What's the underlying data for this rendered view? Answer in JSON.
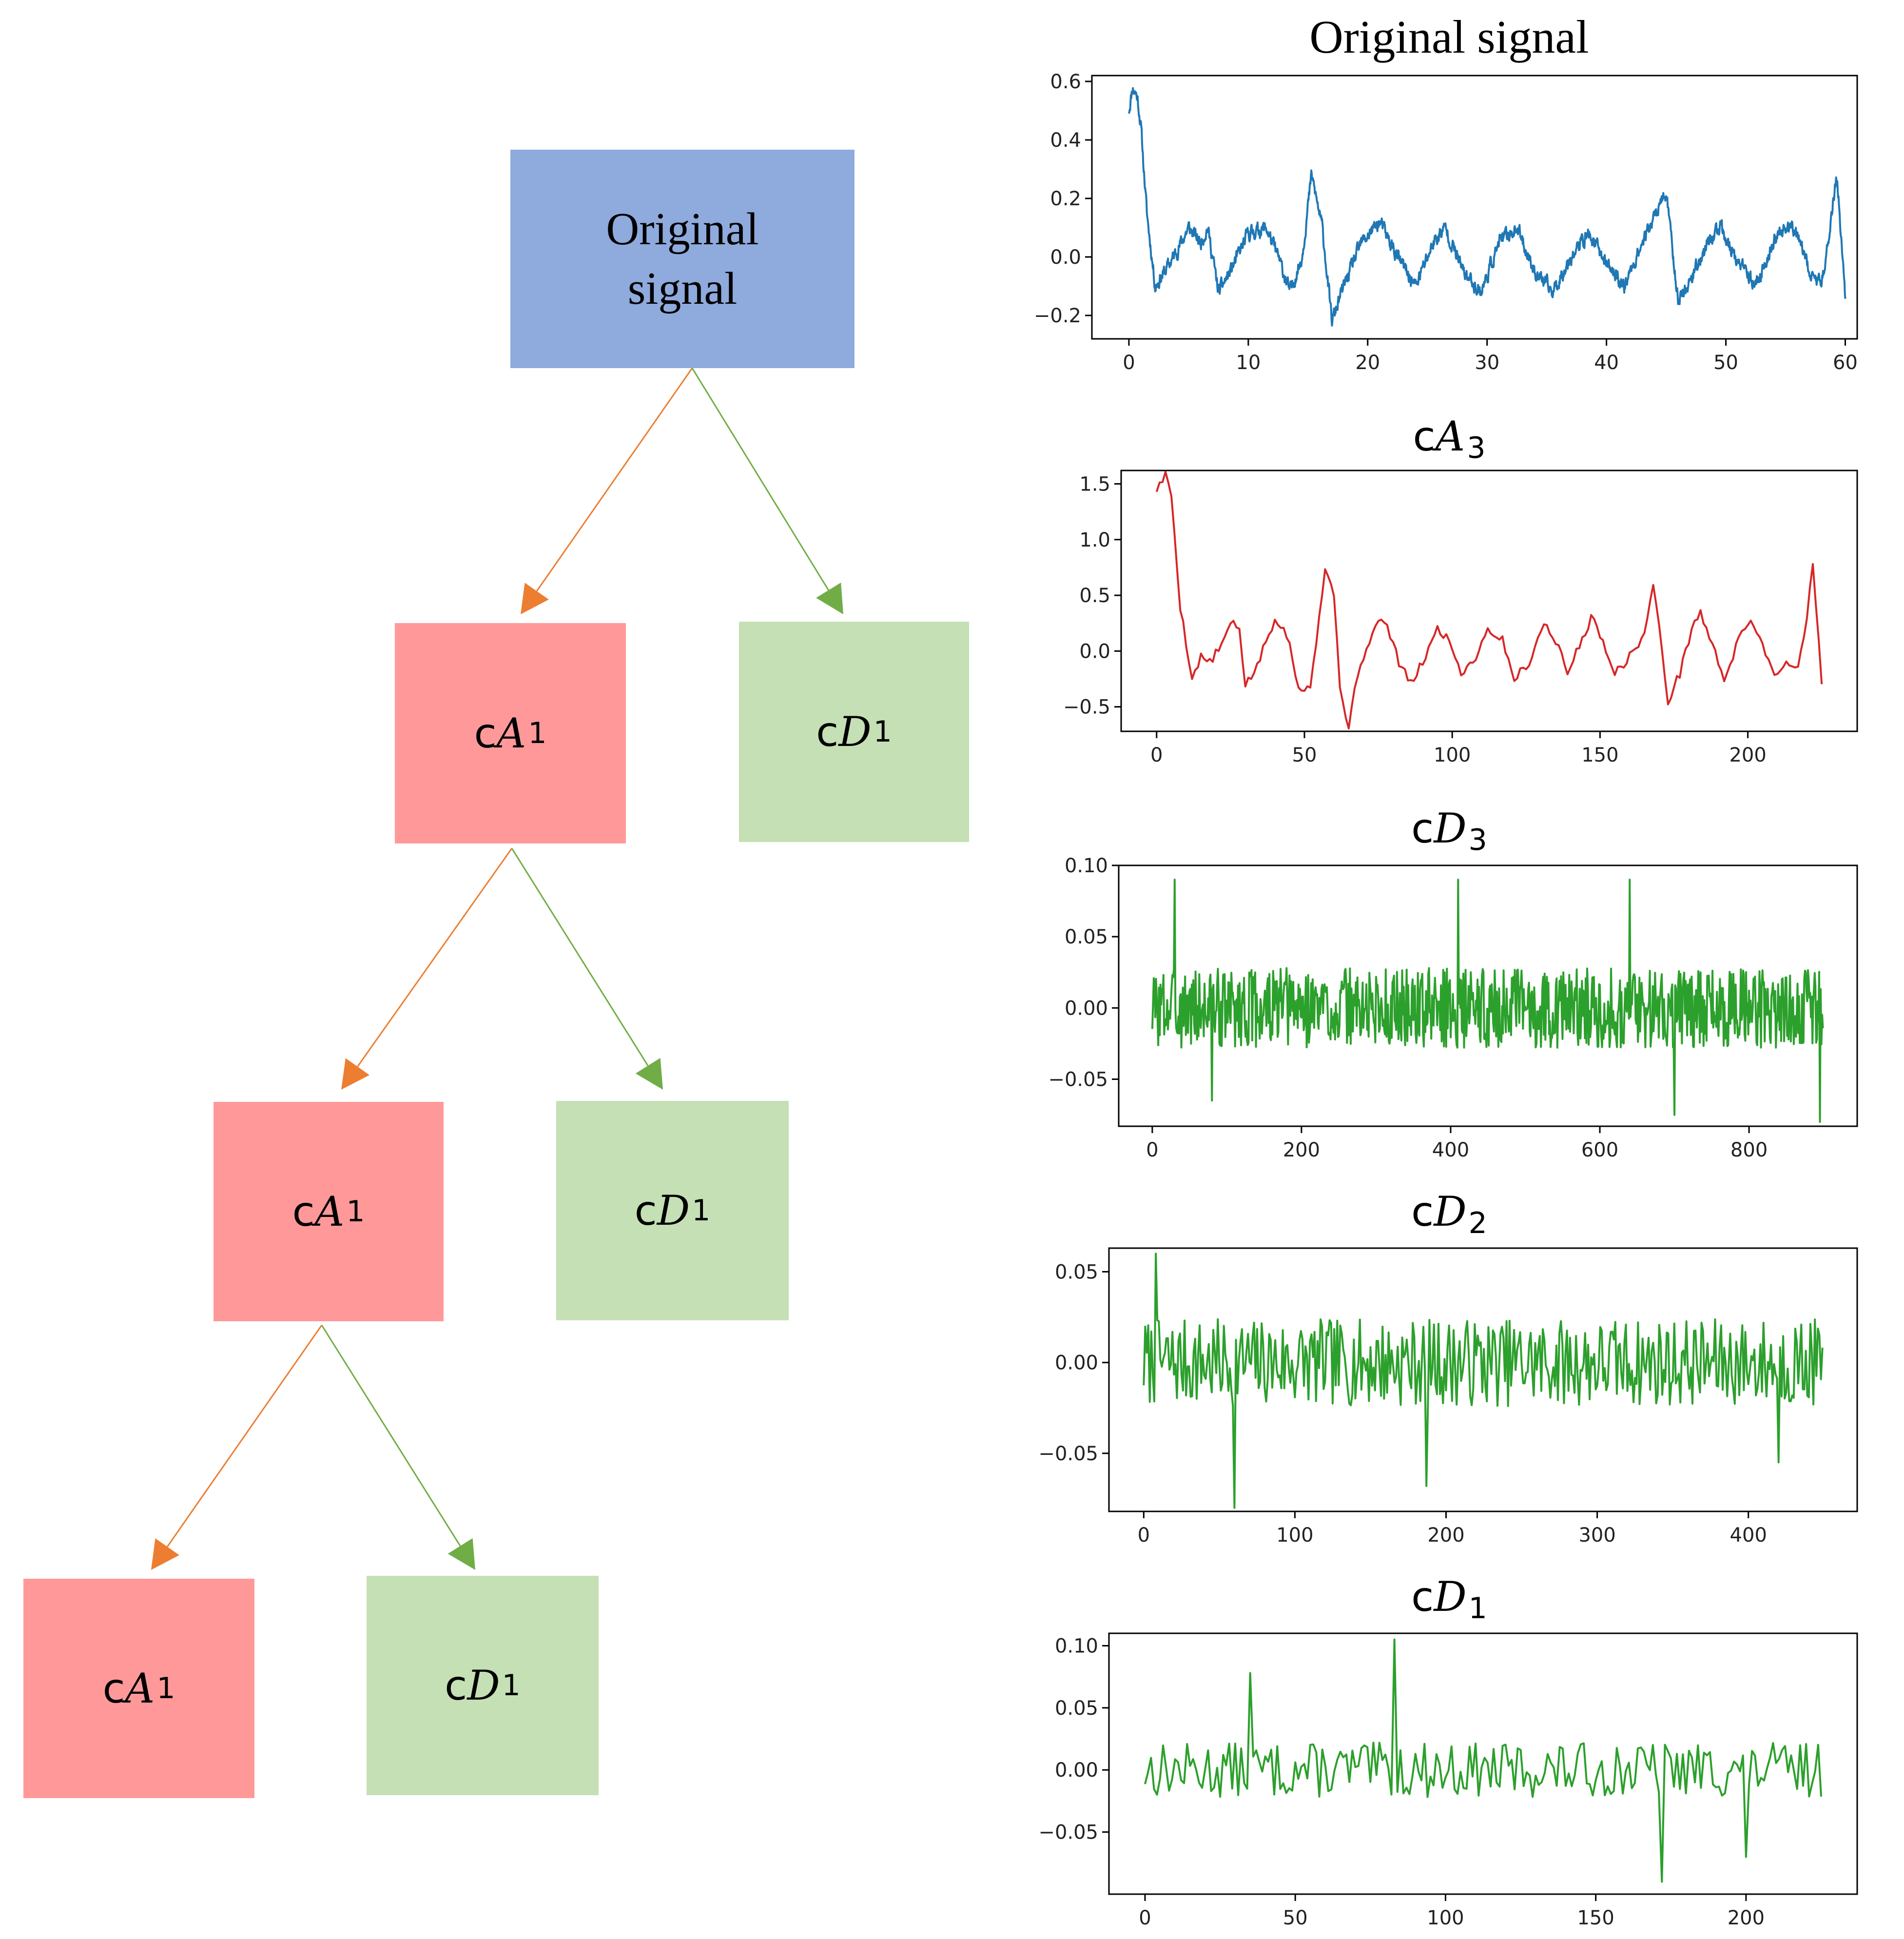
{
  "tree": {
    "root": {
      "label_line1": "Original",
      "label_line2": "signal",
      "color": "#8FAADC"
    },
    "levels": [
      {
        "approx": {
          "prefix": "c",
          "symbol": "A",
          "subscript": "1",
          "color": "#FF9999"
        },
        "detail": {
          "prefix": "c",
          "symbol": "D",
          "subscript": "1",
          "color": "#C5E0B4"
        }
      },
      {
        "approx": {
          "prefix": "c",
          "symbol": "A",
          "subscript": "1",
          "color": "#FF9999"
        },
        "detail": {
          "prefix": "c",
          "symbol": "D",
          "subscript": "1",
          "color": "#C5E0B4"
        }
      },
      {
        "approx": {
          "prefix": "c",
          "symbol": "A",
          "subscript": "1",
          "color": "#FF9999"
        },
        "detail": {
          "prefix": "c",
          "symbol": "D",
          "subscript": "1",
          "color": "#C5E0B4"
        }
      }
    ],
    "arrow_colors": {
      "approx": "#ED7D31",
      "detail": "#70AD47"
    }
  },
  "panels": [
    {
      "title_text": "Original signal",
      "title_style": "serif"
    },
    {
      "title_prefix": "c",
      "title_symbol": "A",
      "title_subscript": "3",
      "title_style": "coef"
    },
    {
      "title_prefix": "c",
      "title_symbol": "D",
      "title_subscript": "3",
      "title_style": "coef"
    },
    {
      "title_prefix": "c",
      "title_symbol": "D",
      "title_subscript": "2",
      "title_style": "coef"
    },
    {
      "title_prefix": "c",
      "title_symbol": "D",
      "title_subscript": "1",
      "title_style": "coef"
    }
  ],
  "chart_data": [
    {
      "type": "line",
      "title": "Original signal",
      "color": "#1F77B4",
      "xlim": [
        -3.1,
        61
      ],
      "ylim": [
        -0.28,
        0.62
      ],
      "xticks": [
        0,
        10,
        20,
        30,
        40,
        50,
        60
      ],
      "yticks": [
        -0.2,
        0.0,
        0.2,
        0.4,
        0.6
      ],
      "ytick_labels": [
        "−0.2",
        "0.0",
        "0.2",
        "0.4",
        "0.6"
      ],
      "n_points": 1800,
      "noise_amp": 0.03,
      "seed": 11,
      "x_end": 60,
      "shape": [
        [
          0,
          0.5
        ],
        [
          0.3,
          0.58
        ],
        [
          0.7,
          0.55
        ],
        [
          1.0,
          0.45
        ],
        [
          1.5,
          0.15
        ],
        [
          2.2,
          -0.1
        ],
        [
          3,
          -0.05
        ],
        [
          4,
          0.02
        ],
        [
          5,
          0.1
        ],
        [
          6,
          0.05
        ],
        [
          6.6,
          0.1
        ],
        [
          7.5,
          -0.12
        ],
        [
          8.5,
          -0.05
        ],
        [
          10,
          0.08
        ],
        [
          11.5,
          0.1
        ],
        [
          12.5,
          0.0
        ],
        [
          13.5,
          -0.12
        ],
        [
          14.5,
          0.0
        ],
        [
          15.3,
          0.28
        ],
        [
          16.2,
          0.1
        ],
        [
          17,
          -0.22
        ],
        [
          18,
          -0.1
        ],
        [
          19.5,
          0.05
        ],
        [
          21,
          0.12
        ],
        [
          22.5,
          0.0
        ],
        [
          24,
          -0.1
        ],
        [
          25.5,
          0.05
        ],
        [
          26.5,
          0.1
        ],
        [
          28,
          -0.05
        ],
        [
          29.5,
          -0.12
        ],
        [
          31,
          0.05
        ],
        [
          32.5,
          0.1
        ],
        [
          34,
          -0.05
        ],
        [
          35.5,
          -0.12
        ],
        [
          37,
          0.0
        ],
        [
          38.5,
          0.08
        ],
        [
          40,
          -0.02
        ],
        [
          41.5,
          -0.1
        ],
        [
          43,
          0.05
        ],
        [
          45,
          0.22
        ],
        [
          46,
          -0.15
        ],
        [
          47,
          -0.08
        ],
        [
          48.5,
          0.05
        ],
        [
          49.5,
          0.1
        ],
        [
          51,
          -0.02
        ],
        [
          52.5,
          -0.1
        ],
        [
          54,
          0.05
        ],
        [
          55.5,
          0.12
        ],
        [
          57,
          -0.05
        ],
        [
          58,
          -0.1
        ],
        [
          59.3,
          0.28
        ],
        [
          60,
          -0.14
        ]
      ]
    },
    {
      "type": "line",
      "title": "cA3",
      "color": "#D62728",
      "xlim": [
        -12,
        237
      ],
      "ylim": [
        -0.72,
        1.62
      ],
      "xticks": [
        0,
        50,
        100,
        150,
        200
      ],
      "yticks": [
        -0.5,
        0.0,
        0.5,
        1.0,
        1.5
      ],
      "ytick_labels": [
        "−0.5",
        "0.0",
        "0.5",
        "1.0",
        "1.5"
      ],
      "n_points": 226,
      "noise_amp": 0.04,
      "seed": 5,
      "x_end": 225,
      "shape": [
        [
          0,
          1.45
        ],
        [
          3,
          1.58
        ],
        [
          5,
          1.4
        ],
        [
          8,
          0.4
        ],
        [
          12,
          -0.25
        ],
        [
          15,
          -0.05
        ],
        [
          18,
          -0.1
        ],
        [
          22,
          0.05
        ],
        [
          25,
          0.25
        ],
        [
          28,
          0.2
        ],
        [
          30,
          -0.3
        ],
        [
          34,
          -0.15
        ],
        [
          37,
          0.1
        ],
        [
          40,
          0.25
        ],
        [
          43,
          0.2
        ],
        [
          45,
          0.1
        ],
        [
          48,
          -0.35
        ],
        [
          52,
          -0.3
        ],
        [
          55,
          0.3
        ],
        [
          57,
          0.75
        ],
        [
          60,
          0.5
        ],
        [
          62,
          -0.3
        ],
        [
          65,
          -0.7
        ],
        [
          68,
          -0.2
        ],
        [
          72,
          0.1
        ],
        [
          76,
          0.3
        ],
        [
          79,
          0.15
        ],
        [
          82,
          -0.1
        ],
        [
          86,
          -0.3
        ],
        [
          90,
          -0.1
        ],
        [
          95,
          0.2
        ],
        [
          99,
          0.1
        ],
        [
          103,
          -0.2
        ],
        [
          108,
          -0.05
        ],
        [
          112,
          0.2
        ],
        [
          117,
          0.1
        ],
        [
          121,
          -0.25
        ],
        [
          126,
          -0.1
        ],
        [
          131,
          0.25
        ],
        [
          135,
          0.1
        ],
        [
          139,
          -0.2
        ],
        [
          143,
          0.05
        ],
        [
          147,
          0.3
        ],
        [
          151,
          0.1
        ],
        [
          155,
          -0.2
        ],
        [
          160,
          -0.05
        ],
        [
          165,
          0.15
        ],
        [
          168,
          0.6
        ],
        [
          170,
          0.2
        ],
        [
          173,
          -0.45
        ],
        [
          177,
          -0.2
        ],
        [
          181,
          0.2
        ],
        [
          184,
          0.35
        ],
        [
          188,
          0.05
        ],
        [
          192,
          -0.25
        ],
        [
          197,
          0.1
        ],
        [
          201,
          0.3
        ],
        [
          205,
          0.05
        ],
        [
          209,
          -0.2
        ],
        [
          214,
          -0.1
        ],
        [
          217,
          -0.15
        ],
        [
          219,
          0.1
        ],
        [
          222,
          0.78
        ],
        [
          225,
          -0.3
        ]
      ]
    },
    {
      "type": "line",
      "title": "cD3",
      "color": "#2CA02C",
      "xlim": [
        -45,
        945
      ],
      "ylim": [
        -0.083,
        0.1
      ],
      "xticks": [
        0,
        200,
        400,
        600,
        800
      ],
      "yticks": [
        -0.05,
        0.0,
        0.05,
        0.1
      ],
      "ytick_labels": [
        "−0.05",
        "0.00",
        "0.05",
        "0.10"
      ],
      "n_points": 900,
      "noise_amp": 0.028,
      "seed": 3,
      "x_end": 899,
      "shape": [
        [
          0,
          0
        ],
        [
          899,
          0
        ]
      ],
      "spikes": [
        [
          30,
          0.09
        ],
        [
          410,
          0.09
        ],
        [
          640,
          0.09
        ],
        [
          700,
          -0.075
        ],
        [
          895,
          -0.08
        ],
        [
          80,
          -0.065
        ]
      ]
    },
    {
      "type": "line",
      "title": "cD2",
      "color": "#2CA02C",
      "xlim": [
        -23,
        472
      ],
      "ylim": [
        -0.082,
        0.063
      ],
      "xticks": [
        0,
        100,
        200,
        300,
        400
      ],
      "yticks": [
        -0.05,
        0.0,
        0.05
      ],
      "ytick_labels": [
        "−0.05",
        "0.00",
        "0.05"
      ],
      "n_points": 450,
      "noise_amp": 0.024,
      "seed": 7,
      "x_end": 449,
      "shape": [
        [
          0,
          0
        ],
        [
          449,
          0
        ]
      ],
      "spikes": [
        [
          8,
          0.06
        ],
        [
          60,
          -0.08
        ],
        [
          187,
          -0.068
        ],
        [
          420,
          -0.055
        ]
      ]
    },
    {
      "type": "line",
      "title": "cD1",
      "color": "#2CA02C",
      "xlim": [
        -12,
        237
      ],
      "ylim": [
        -0.1,
        0.11
      ],
      "xticks": [
        0,
        50,
        100,
        150,
        200
      ],
      "yticks": [
        -0.05,
        0.0,
        0.05,
        0.1
      ],
      "ytick_labels": [
        "−0.05",
        "0.00",
        "0.05",
        "0.10"
      ],
      "n_points": 226,
      "noise_amp": 0.022,
      "seed": 13,
      "x_end": 225,
      "shape": [
        [
          0,
          0
        ],
        [
          225,
          0
        ]
      ],
      "spikes": [
        [
          83,
          0.105
        ],
        [
          35,
          0.078
        ],
        [
          172,
          -0.09
        ],
        [
          200,
          -0.07
        ]
      ]
    }
  ]
}
